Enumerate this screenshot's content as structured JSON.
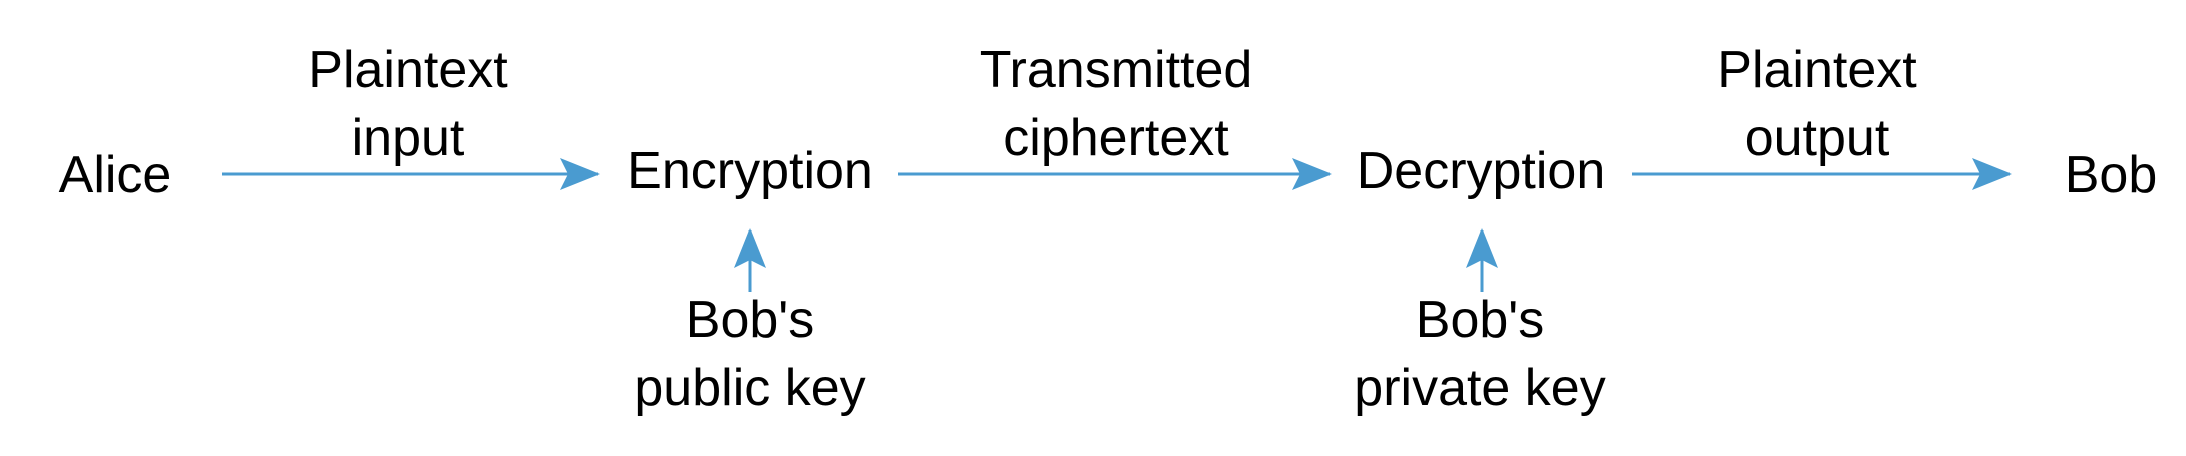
{
  "nodes": {
    "alice": "Alice",
    "encryption": "Encryption",
    "decryption": "Decryption",
    "bob": "Bob"
  },
  "edges": {
    "plaintext_input": [
      "Plaintext",
      "input"
    ],
    "transmitted_ciphertext": [
      "Transmitted",
      "ciphertext"
    ],
    "plaintext_output": [
      "Plaintext",
      "output"
    ]
  },
  "keys": {
    "public_key": [
      "Bob's",
      "public key"
    ],
    "private_key": [
      "Bob's",
      "private key"
    ]
  },
  "colors": {
    "arrow": "#4a9bd0",
    "text": "#000000"
  }
}
